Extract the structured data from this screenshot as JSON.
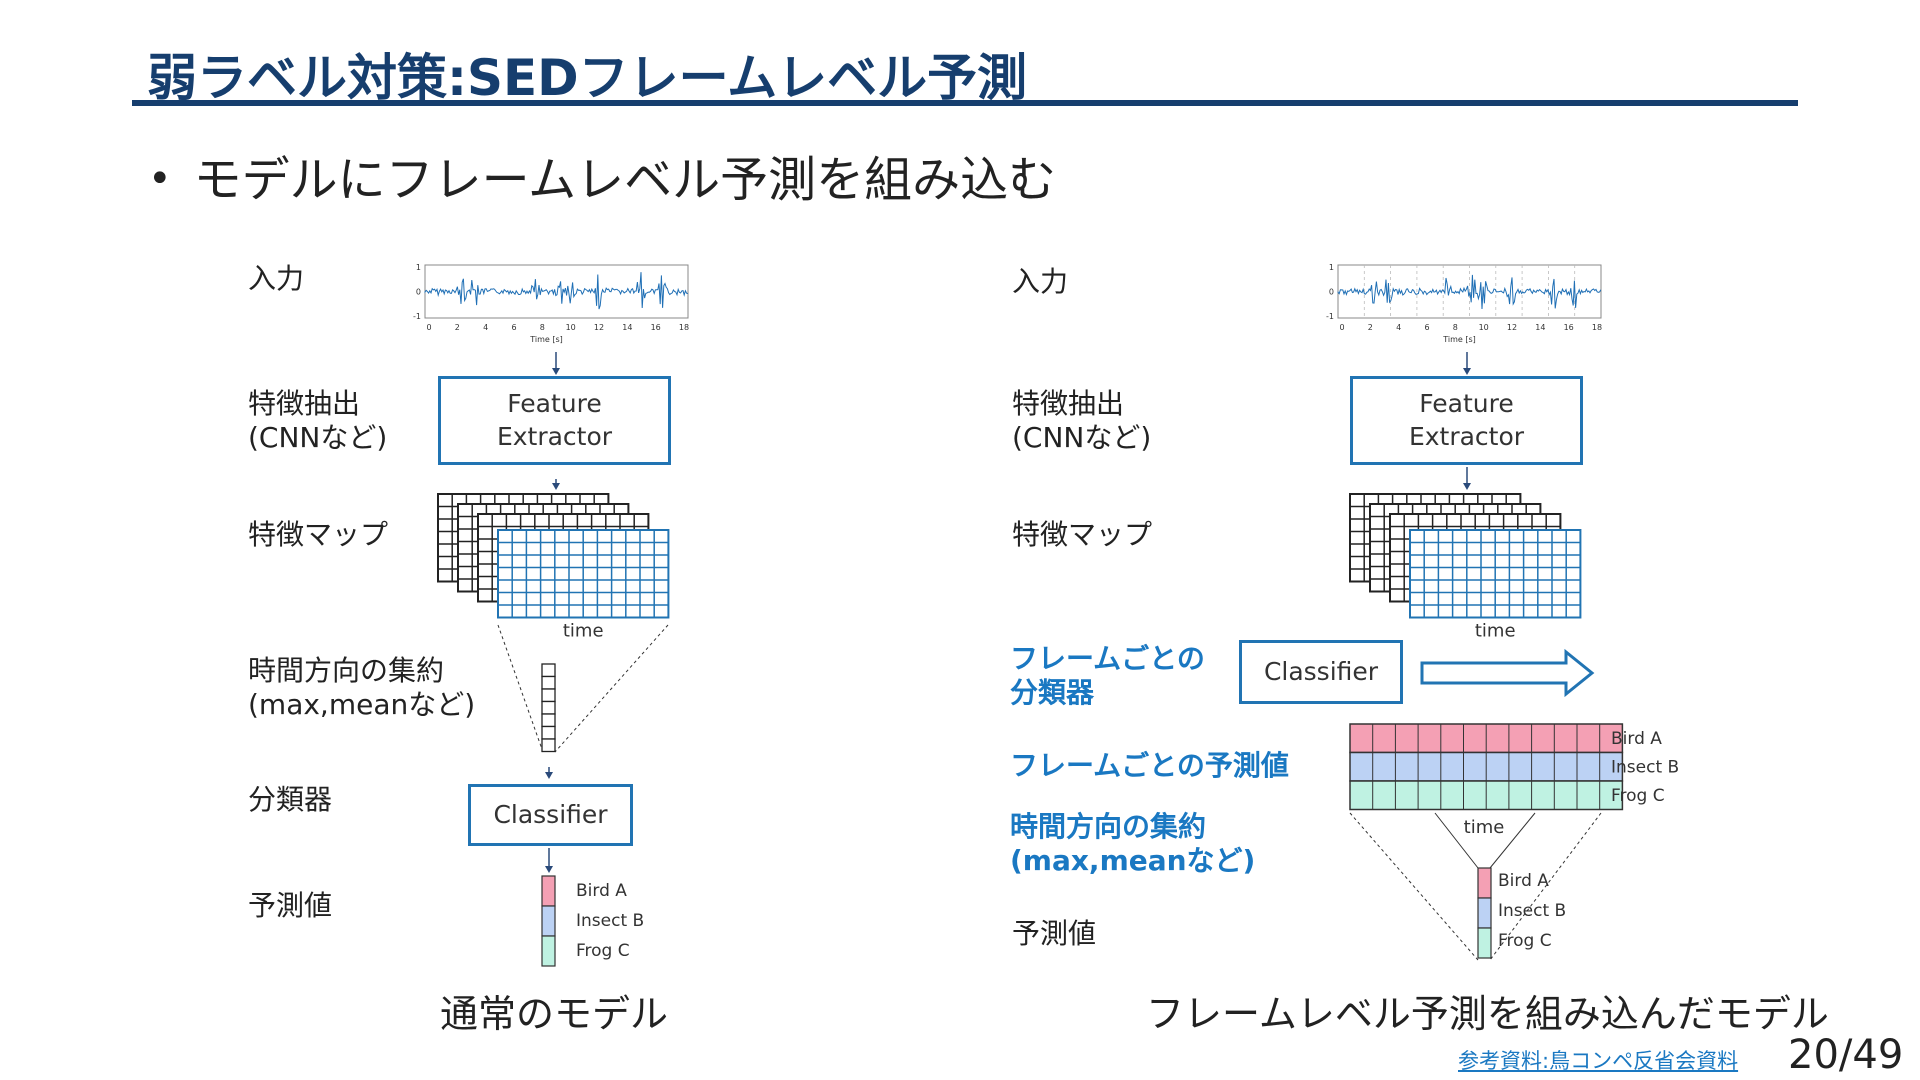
{
  "slide": {
    "title": "弱ラベル対策:SEDフレームレベル予測",
    "bullet": "モデルにフレームレベル予測を組み込む",
    "reference": "参考資料:鳥コンペ反省会資料",
    "page": "20/49"
  },
  "left": {
    "caption": "通常のモデル",
    "labels": {
      "input": "入力",
      "feature_extraction": "特徴抽出\n(CNNなど)",
      "feature_map": "特徴マップ",
      "aggregation": "時間方向の集約\n(max,meanなど)",
      "classifier": "分類器",
      "prediction": "予測値"
    },
    "feature_box": "Feature\nExtractor",
    "classifier_box": "Classifier",
    "time_label": "time"
  },
  "right": {
    "caption": "フレームレベル予測を組み込んだモデル",
    "labels": {
      "input": "入力",
      "feature_extraction": "特徴抽出\n(CNNなど)",
      "feature_map": "特徴マップ",
      "frame_classifier": "フレームごとの\n分類器",
      "frame_prediction": "フレームごとの予測値",
      "aggregation": "時間方向の集約\n(max,meanなど)",
      "prediction": "予測値"
    },
    "feature_box": "Feature\nExtractor",
    "classifier_box": "Classifier",
    "time_label": "time"
  },
  "waveform": {
    "y_ticks": [
      "1",
      "0",
      "-1"
    ],
    "x_ticks": [
      "0",
      "2",
      "4",
      "6",
      "8",
      "10",
      "12",
      "14",
      "16",
      "18"
    ],
    "x_label": "Time [s]"
  },
  "classes": [
    "Bird A",
    "Insect B",
    "Frog C"
  ],
  "colors": {
    "title": "#163e6e",
    "accent_blue": "#2174b3",
    "label_blue": "#1a78c2",
    "bird": "#f4a0b4",
    "insect": "#bcd2f4",
    "frog": "#bff2e2"
  }
}
